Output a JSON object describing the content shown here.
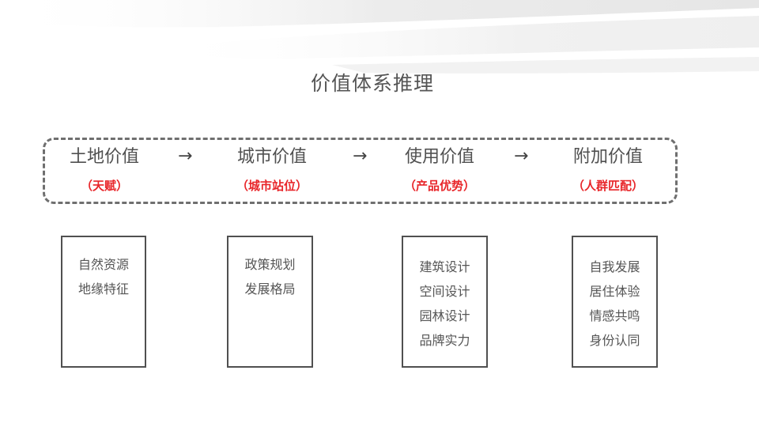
{
  "title": "价值体系推理",
  "stages": [
    {
      "name": "土地价值",
      "note": "（天赋）",
      "items": [
        "自然资源",
        "地缘特征"
      ]
    },
    {
      "name": "城市价值",
      "note": "（城市站位）",
      "items": [
        "政策规划",
        "发展格局"
      ]
    },
    {
      "name": "使用价值",
      "note": "（产品优势）",
      "items": [
        "建筑设计",
        "空间设计",
        "园林设计",
        "品牌实力"
      ]
    },
    {
      "name": "附加价值",
      "note": "（人群匹配）",
      "items": [
        "自我发展",
        "居住体验",
        "情感共鸣",
        "身份认同"
      ]
    }
  ],
  "arrow_glyph": "→",
  "colors": {
    "accent_red": "#e8262a",
    "text_gray": "#505050",
    "border_gray": "#6f6f6f"
  }
}
